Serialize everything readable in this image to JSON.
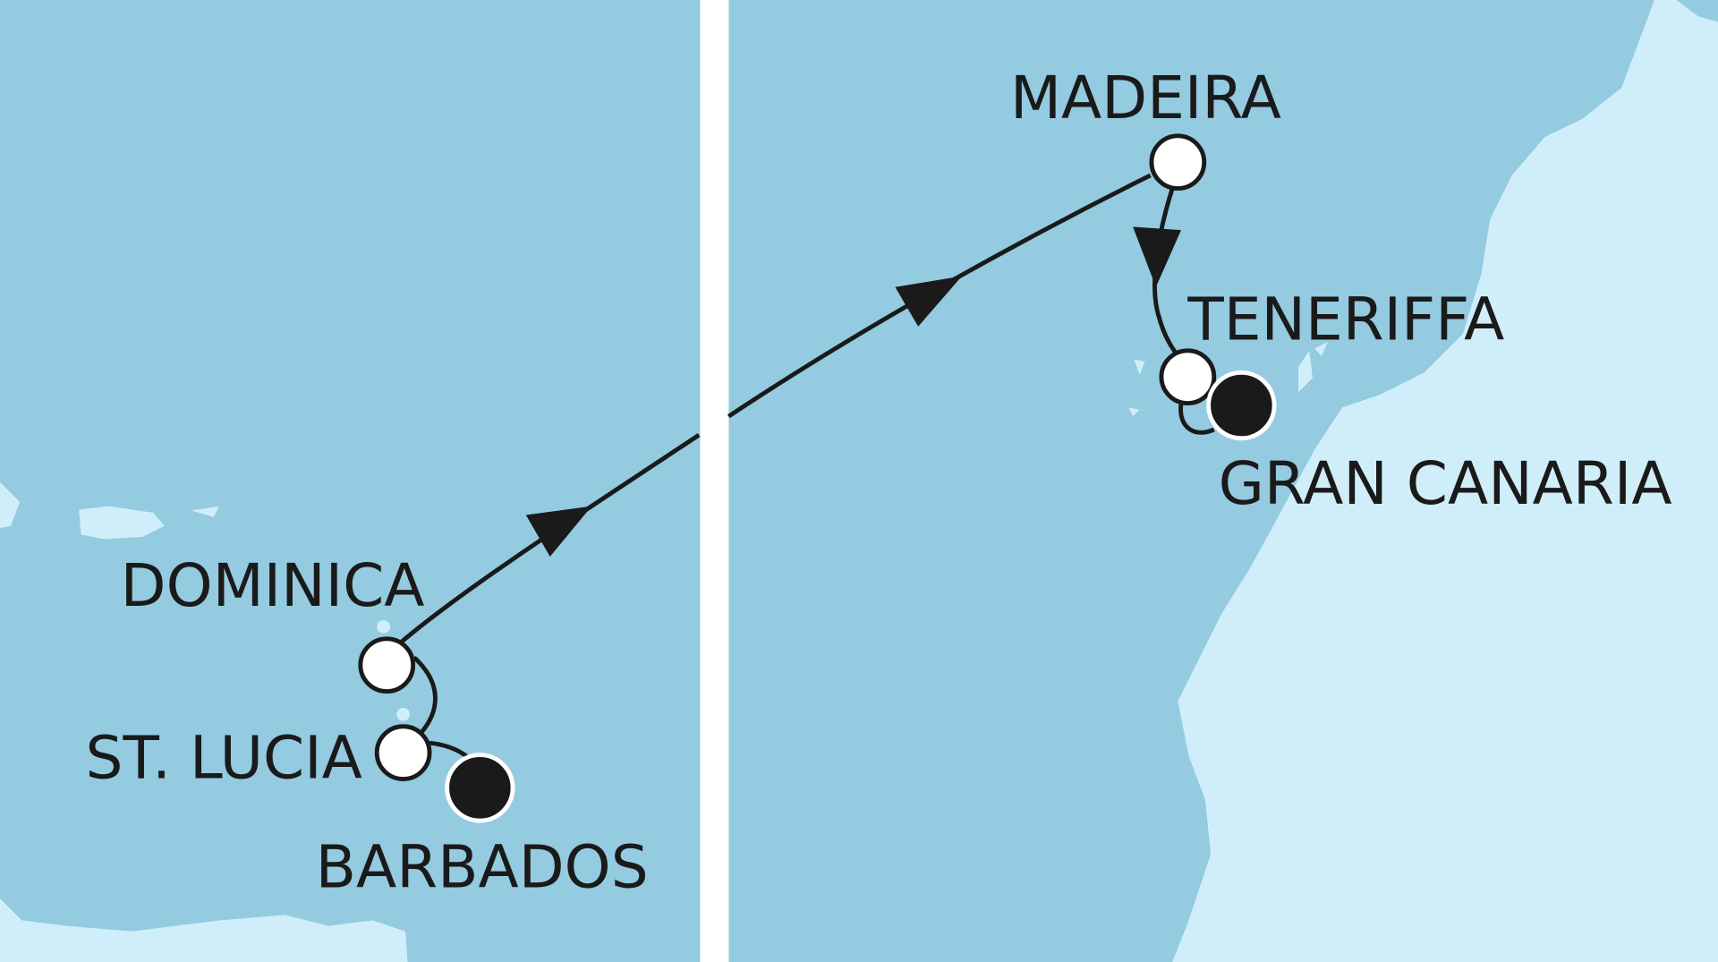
{
  "colors": {
    "sea": "#94cbe0",
    "land": "#d0eef9",
    "route": "#1a1a1a",
    "port": "#ffffff",
    "endpoint": "#1a1a1a"
  },
  "ports": {
    "dominica": "DOMINICA",
    "st_lucia": "ST. LUCIA",
    "barbados": "BARBADOS",
    "madeira": "MADEIRA",
    "teneriffa": "TENERIFFA",
    "gran_canaria": "GRAN CANARIA"
  }
}
